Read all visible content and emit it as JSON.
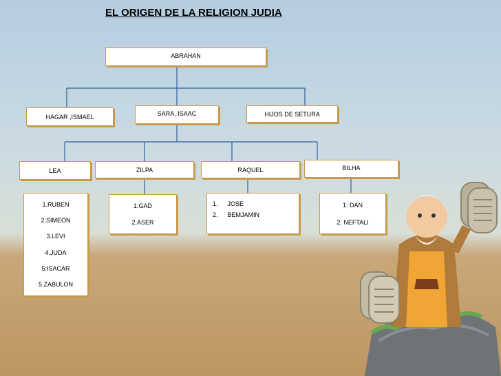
{
  "title": "EL ORIGEN  DE LA RELIGION  JUDIA",
  "root": "ABRAHAN",
  "level1": [
    "HAGAR ,ISMAEL",
    "SARA, ISAAC",
    "HIJOS DE SETURA"
  ],
  "level2": [
    "LEA",
    "ZILPA",
    "RAQUEL",
    "BILHA"
  ],
  "lea_children": [
    "1.RUBEN",
    "2.SIMEON",
    "3.LEVI",
    "4.JUDA",
    "5:ISACAR",
    "5.ZABULON"
  ],
  "zilpa_children": [
    "1:GAD",
    "2.ASER"
  ],
  "raquel_children": [
    {
      "num": "1.",
      "name": "JOSE"
    },
    {
      "num": "2.",
      "name": "BEMJAMIN"
    }
  ],
  "bilha_children": [
    "1: DAN",
    "2. NEFTALI"
  ],
  "colors": {
    "box_border": "#c89a4a",
    "connector": "#2f5f9a"
  },
  "illustration": "moses-holding-tablets"
}
